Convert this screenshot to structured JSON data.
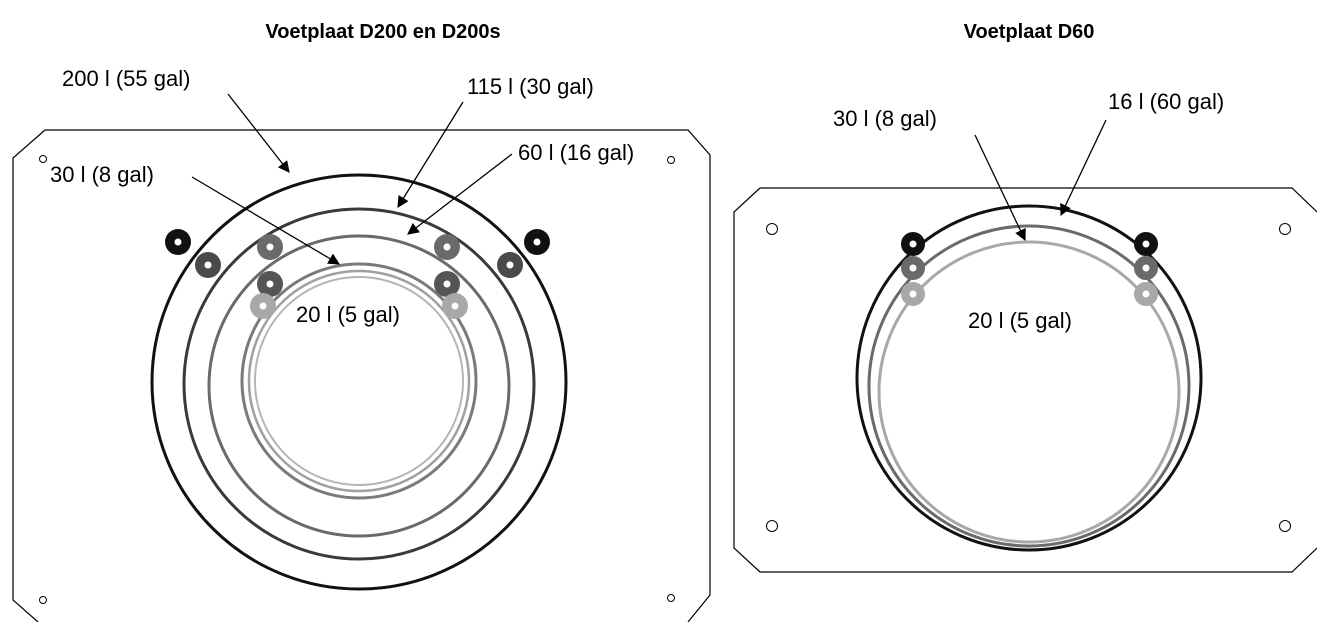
{
  "left": {
    "title": "Voetplaat D200 en D200s",
    "labels": {
      "l200": "200 l (55 gal)",
      "l115": "115 l (30 gal)",
      "l60": "60 l (16 gal)",
      "l30": "30 l (8 gal)",
      "l20": "20 l (5 gal)"
    }
  },
  "right": {
    "title": "Voetplaat D60",
    "labels": {
      "l30": "30 l (8 gal)",
      "l16": "16 l (60 gal)",
      "l20": "20 l (5 gal)"
    }
  },
  "colors": {
    "outline": "#000000",
    "ring_200": "#111111",
    "ring_115": "#3a3a3a",
    "ring_60": "#6a6a6a",
    "ring_30": "#7a7a7a",
    "ring_20": "#a8a8a8",
    "post_black": "#111111",
    "post_dark": "#4a4a4a",
    "post_mid": "#7a7a7a",
    "post_light": "#a8a8a8"
  }
}
